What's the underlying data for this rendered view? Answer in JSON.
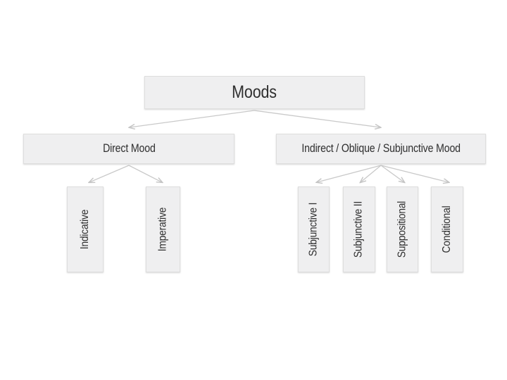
{
  "diagram": {
    "title_node": {
      "label": "Moods"
    },
    "level2": [
      {
        "id": "direct",
        "label": "Direct Mood"
      },
      {
        "id": "indirect",
        "label": "Indirect / Oblique / Subjunctive Mood"
      }
    ],
    "leaves_left": [
      {
        "id": "indicative",
        "label": "Indicative"
      },
      {
        "id": "imperative",
        "label": "Imperative"
      }
    ],
    "leaves_right": [
      {
        "id": "subjunctive-1",
        "label": "Subjunctive I"
      },
      {
        "id": "subjunctive-2",
        "label": "Subjunctive II"
      },
      {
        "id": "suppositional",
        "label": "Suppositional"
      },
      {
        "id": "conditional",
        "label": "Conditional"
      }
    ],
    "colors": {
      "node_fill": "#efeff0",
      "node_border": "#dedede",
      "text": "#2f2f2f",
      "connector": "#c9c9c9",
      "background": "#ffffff"
    }
  }
}
